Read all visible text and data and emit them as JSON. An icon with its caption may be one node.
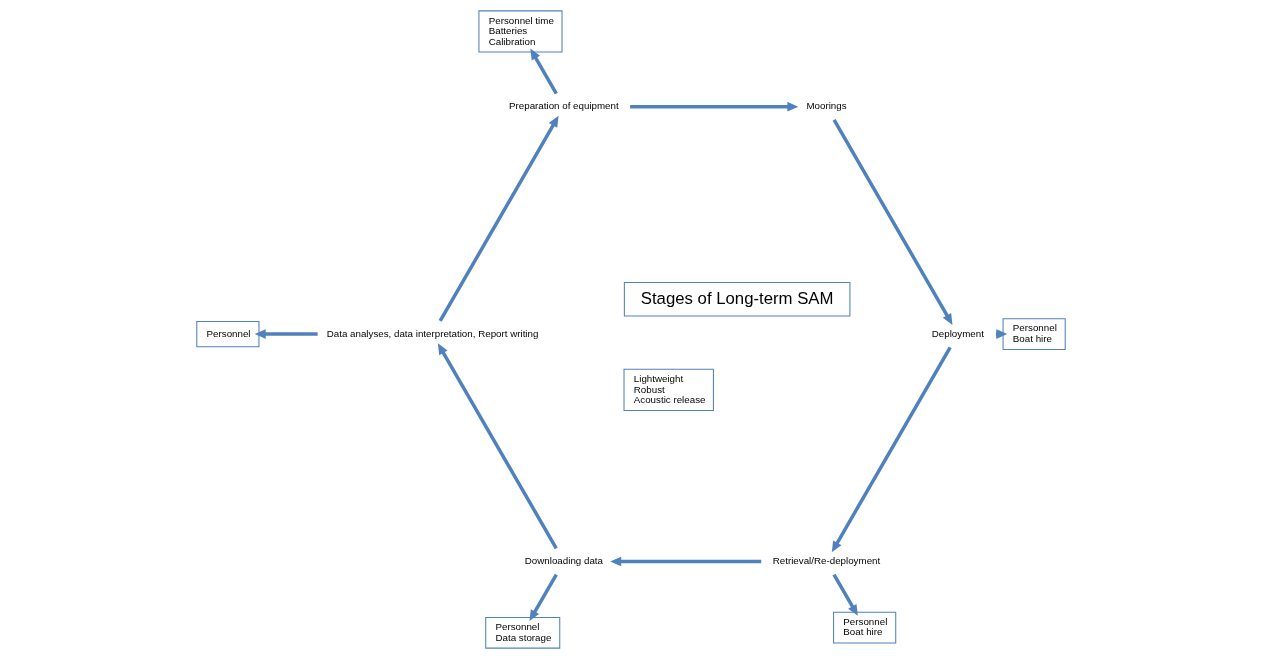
{
  "diagram": {
    "nodes": [
      {
        "text": [
          "Personnel"
        ]
      },
      {
        "text": [
          "Data analyses, data interpretation, Report writing"
        ]
      },
      {
        "text": [
          "Preparation of equipment"
        ]
      },
      {
        "text": [
          "Personnel time",
          "Batteries",
          "Calibration"
        ]
      },
      {
        "text": [
          "Stages of Long-term SAM"
        ]
      },
      {
        "text": [
          "Personnel",
          "Data storage"
        ]
      },
      {
        "text": [
          "Downloading data"
        ]
      },
      {
        "text": [
          "Moorings"
        ]
      },
      {
        "text": [
          "Lightweight",
          "Robust",
          "Acoustic release"
        ]
      },
      {
        "text": [
          "Personnel",
          "Boat hire"
        ]
      },
      {
        "text": [
          "Retrieval/Re-deployment"
        ]
      },
      {
        "text": [
          "Deployment"
        ]
      },
      {
        "text": [
          "Personnel",
          "Boat hire"
        ]
      }
    ],
    "edges": [
      {
        "from": 1,
        "to": 2,
        "arrow": "to"
      },
      {
        "from": 2,
        "to": 7,
        "arrow": "to"
      },
      {
        "from": 7,
        "to": 11,
        "arrow": "to"
      },
      {
        "from": 11,
        "to": 10,
        "arrow": "to"
      },
      {
        "from": 10,
        "to": 6,
        "arrow": "to"
      },
      {
        "from": 6,
        "to": 1,
        "arrow": "to"
      },
      {
        "from": 1,
        "to": 0,
        "arrow": "to"
      },
      {
        "from": 2,
        "to": 3,
        "arrow": "to"
      },
      {
        "from": 6,
        "to": 5,
        "arrow": "to"
      },
      {
        "from": 11,
        "to": 12,
        "arrow": "to"
      },
      {
        "from": 10,
        "to": 9,
        "arrow": "to"
      }
    ]
  }
}
